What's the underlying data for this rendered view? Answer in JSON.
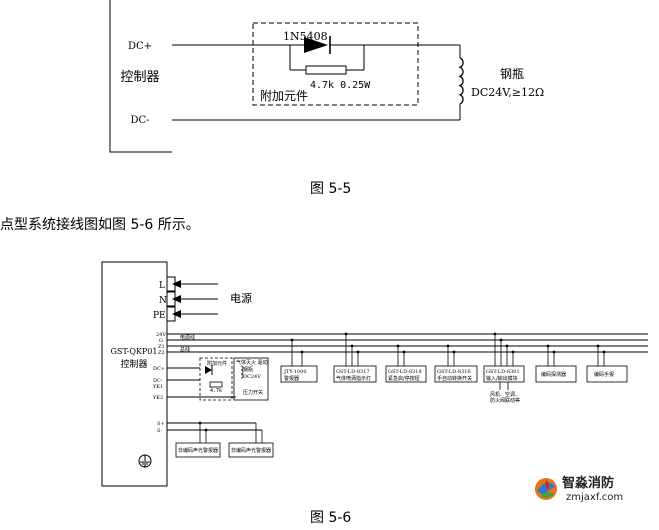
{
  "fig55": {
    "dc_plus": "DC+",
    "dc_minus": "DC-",
    "controller": "控制器",
    "diode": "1N5408",
    "resistor": "4.7k 0.25W",
    "addon": "附加元件",
    "bottle": "钢瓶",
    "bottle_spec": "DC24V,≥12Ω",
    "caption": "图 5-5"
  },
  "body_text": "点型系统接线图如图 5-6 所示。",
  "fig56": {
    "L": "L",
    "N": "N",
    "PE": "PE",
    "power": "电源",
    "controller_model": "GST-QKP01",
    "controller": "控制器",
    "term_24v": "24V",
    "term_g": "G",
    "term_z1": "Z1",
    "term_z2": "Z2",
    "term_dc_plus": "DC+",
    "term_dc_minus": "DC-",
    "term_yk1": "YK1",
    "term_yk2": "YK2",
    "term_s_plus": "S+",
    "term_s_minus": "S-",
    "bus_power": "电源线",
    "bus_loop": "总线",
    "add_component": "附加元件",
    "valve_box": "气体灭火 驱动",
    "bottle": "钢瓶",
    "bottle_spec": "DC24V",
    "pressure_switch": "压力开关",
    "res": "4.7k",
    "dev1_a": "JTY-1000",
    "dev1_b": "警报器",
    "dev2_a": "GST-LD-8317",
    "dev2_b": "气体喷洒指示灯",
    "dev3_a": "GST-LD-8318",
    "dev3_b": "紧急启/停按钮",
    "dev4_a": "GST-LD-8316",
    "dev4_b": "手自动转换开关",
    "dev5_a": "GST-LD-8301",
    "dev5_b": "输入/输出模块",
    "dev5_note1": "风机、空调、",
    "dev5_note2": "防火阀联动等",
    "dev6": "编码探测器",
    "dev7": "编码手报",
    "sound1": "非编码声光警报器",
    "sound2": "非编码声光警报器",
    "caption": "图 5-6"
  },
  "watermark": {
    "name": "智淼消防",
    "url": "zmjaxf.com",
    "colors": {
      "orange": "#e8731a",
      "blue": "#2a7bd4",
      "green": "#3aaa35",
      "red": "#d9261c"
    }
  }
}
